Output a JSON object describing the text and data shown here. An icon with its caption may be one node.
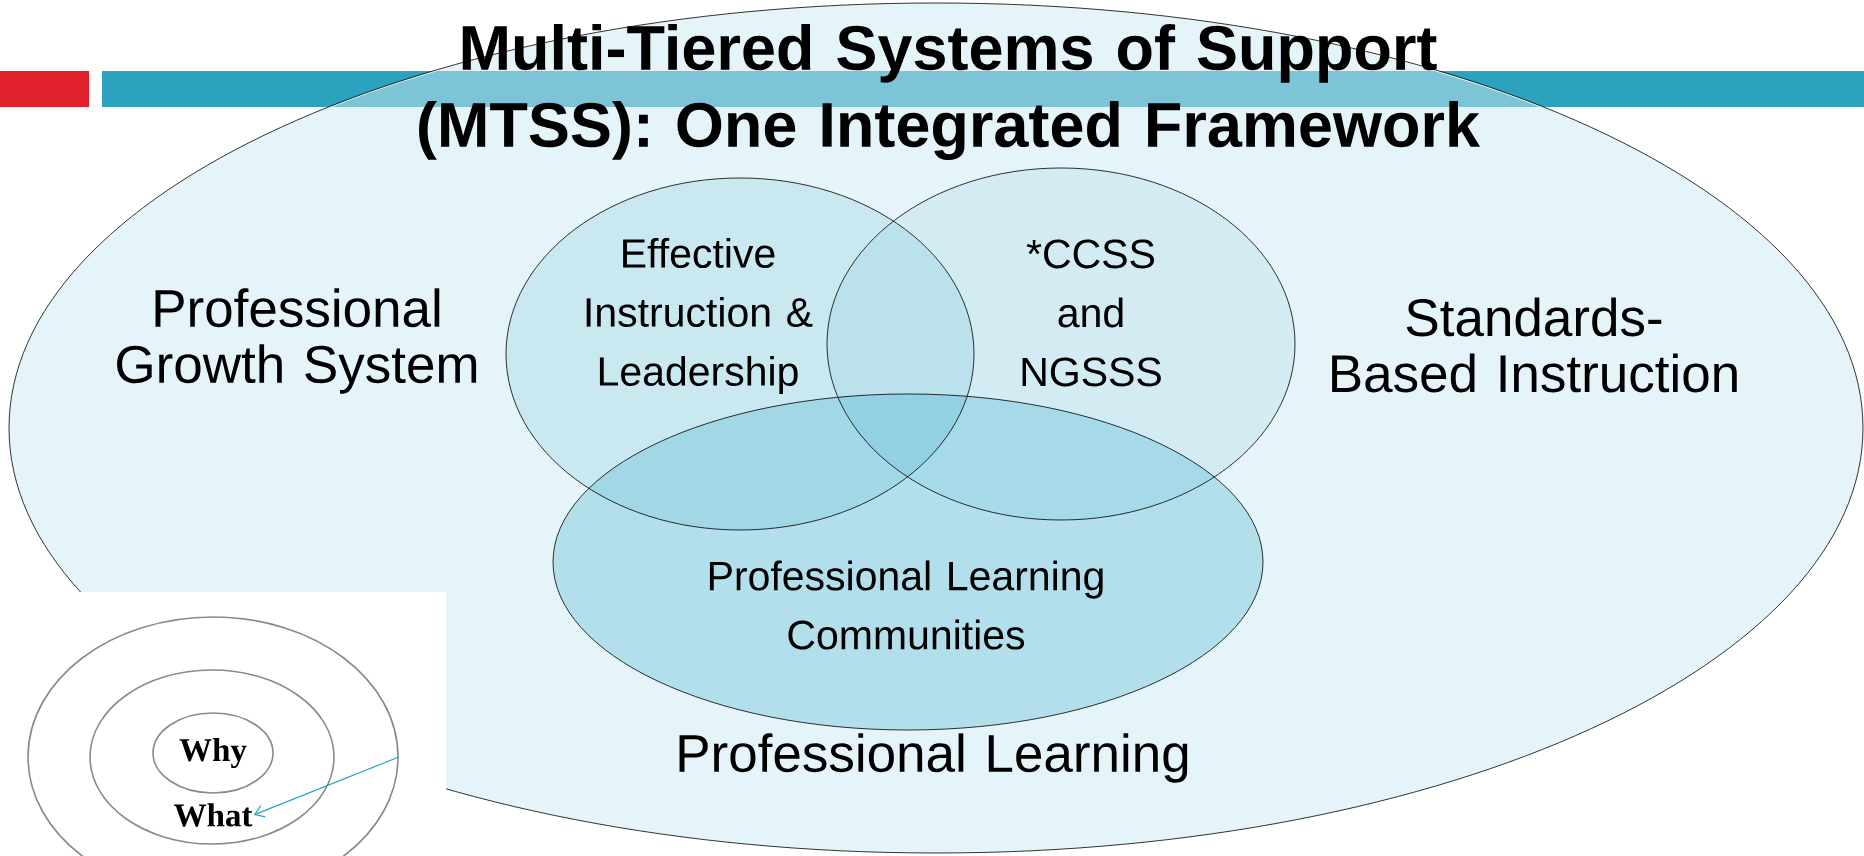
{
  "diagram": {
    "title": "Multi-Tiered Systems of Support (MTSS): One Integrated Framework",
    "nodes": [
      {
        "text": [
          "Professional Growth System",
          "Standards-Based Instruction",
          "Professional Learning"
        ]
      },
      {
        "text": [
          "Effective Instruction & Leadership"
        ],
        "in": 0
      },
      {
        "text": [
          "*CCSS and NGSSS"
        ],
        "in": 0
      },
      {
        "text": [
          "Professional Learning Communities"
        ],
        "in": 0
      },
      {
        "text": [],
        "shape": "circle"
      },
      {
        "text": [],
        "shape": "circle",
        "in": 4
      },
      {
        "text": [
          "Why"
        ],
        "in": 5
      },
      {
        "text": [
          "What"
        ],
        "in": 5
      }
    ],
    "edges": [
      {
        "from": 4,
        "to": 7,
        "arrow": "to"
      }
    ]
  }
}
